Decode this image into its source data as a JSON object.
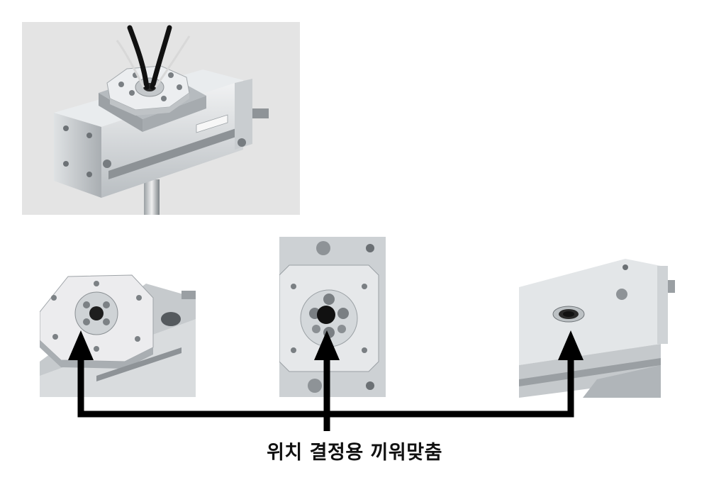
{
  "caption": "위치 결정용 끼워맞춤",
  "colors": {
    "arrow": "#000000",
    "aluminum": "#cfd3d6",
    "photo_background": "#e4e4e4"
  },
  "images": [
    {
      "name": "actuator-with-cables"
    },
    {
      "name": "top-flange-closeup"
    },
    {
      "name": "flange-front-view"
    },
    {
      "name": "bearing-bore-view"
    }
  ]
}
